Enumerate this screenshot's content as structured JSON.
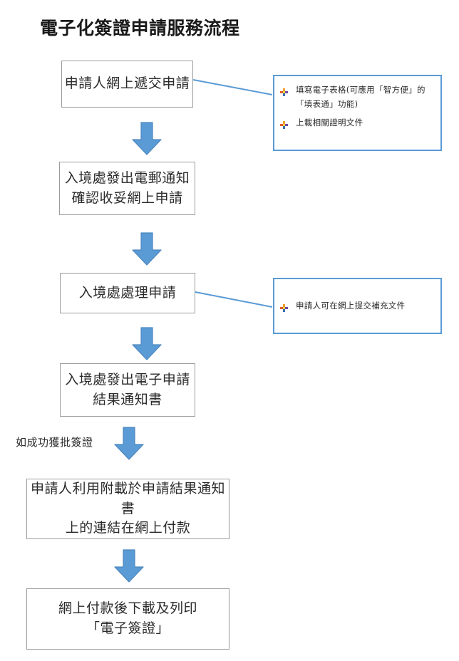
{
  "document": {
    "title": "電子化簽證申請服務流程",
    "type": "flowchart",
    "accent_color": "#5B9BD5",
    "box_border_color": "#9C9C9C",
    "text_color": "#2B2B2B",
    "background_color": "#FFFFFF"
  },
  "flow": {
    "steps": [
      {
        "id": "step-1",
        "line1": "申請人網上遞交申請",
        "line2": ""
      },
      {
        "id": "step-2",
        "line1": "入境處發出電郵通知",
        "line2": "確認收妥網上申請"
      },
      {
        "id": "step-3",
        "line1": "入境處處理申請",
        "line2": ""
      },
      {
        "id": "step-4",
        "line1": "入境處發出電子申請",
        "line2": "結果通知書"
      },
      {
        "id": "step-5",
        "line1": "申請人利用附載於申請結果通知書",
        "line2": "上的連結在網上付款"
      },
      {
        "id": "step-6",
        "line1": "網上付款後下載及列印",
        "line2": "「電子簽證」"
      }
    ],
    "condition_label": "如成功獲批簽證"
  },
  "notes": {
    "note_1": {
      "items": [
        {
          "bullet": "multicolor-star-bullet-icon",
          "text": "填寫電子表格(可應用「智方便」的「填表通」功能)"
        },
        {
          "bullet": "multicolor-star-bullet-icon",
          "text": "上載相關證明文件"
        }
      ]
    },
    "note_2": {
      "items": [
        {
          "bullet": "multicolor-star-bullet-icon",
          "text": "申請人可在網上提交補充文件"
        }
      ]
    }
  },
  "icons": {
    "arrow_down": "arrow-down-icon",
    "bullet": "multicolor-star-bullet-icon"
  }
}
